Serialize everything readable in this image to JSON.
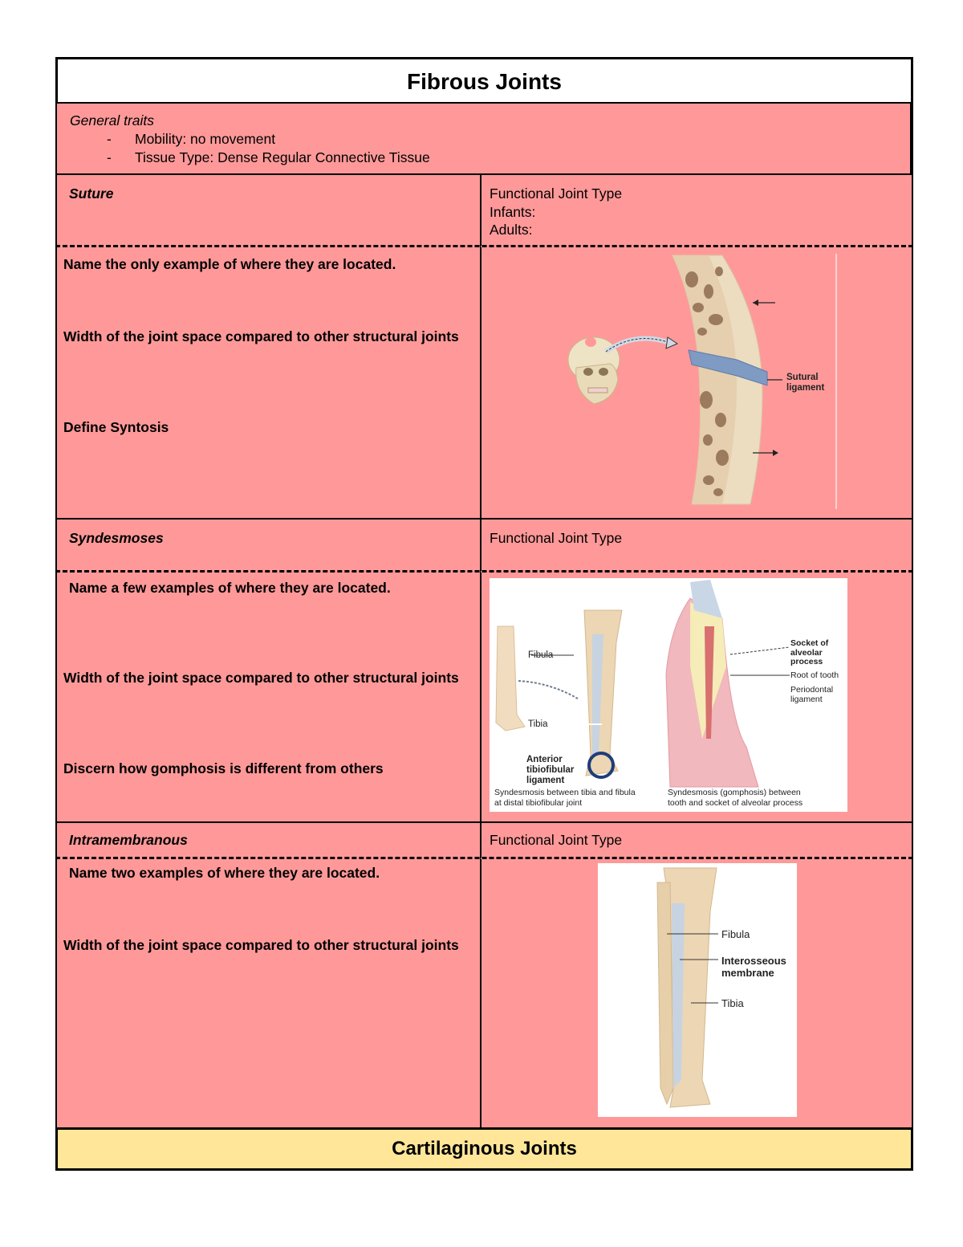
{
  "title": "Fibrous Joints",
  "general_traits": {
    "label": "General traits",
    "items": [
      {
        "dash": "-",
        "text": "Mobility: no movement"
      },
      {
        "dash": "-",
        "text": "Tissue Type: Dense Regular Connective Tissue"
      }
    ]
  },
  "colors": {
    "section_bg": "#ff9999",
    "footer_bg": "#ffe699",
    "header_bg": "#ffffff",
    "border": "#000000"
  },
  "suture": {
    "name": "Suture",
    "functional": [
      "Functional Joint Type",
      "Infants:",
      "Adults:"
    ],
    "questions": [
      "Name the only example of where they are located.",
      "Width of the joint space compared to other structural joints",
      "Define Syntosis"
    ],
    "figure": {
      "description": "skull with arrow to cross-section of cranial bone showing suture",
      "labels": [
        "Sutural",
        "ligament"
      ]
    }
  },
  "syndesmoses": {
    "name": "Syndesmoses",
    "functional": [
      "Functional Joint Type"
    ],
    "questions": [
      "Name a few examples of where they are located.",
      "Width of the joint space compared to other structural joints",
      "Discern how gomphosis is different from others"
    ],
    "figure_left": {
      "labels": [
        "Fibula",
        "Tibia",
        "Anterior",
        "tibiofibular",
        "ligament"
      ],
      "caption": [
        "Syndesmosis between tibia and fibula",
        "at distal tibiofibular joint"
      ]
    },
    "figure_right": {
      "labels": [
        "Socket of",
        "alveolar",
        "process",
        "Root of tooth",
        "Periodontal",
        "ligament"
      ],
      "caption": [
        "Syndesmosis (gomphosis) between",
        "tooth and socket of alveolar process"
      ]
    }
  },
  "intramembranous": {
    "name": "Intramembranous",
    "functional": [
      "Functional Joint Type"
    ],
    "questions": [
      "Name two examples of where they are located.",
      "Width of the joint space compared to other structural joints"
    ],
    "figure": {
      "labels": [
        "Fibula",
        "Interosseous",
        "membrane",
        "Tibia"
      ]
    }
  },
  "next_section": "Cartilaginous Joints"
}
